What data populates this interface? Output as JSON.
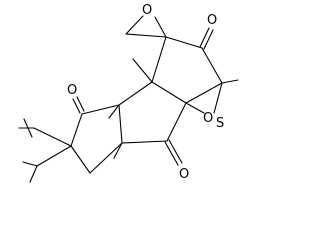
{
  "molecule": {
    "atoms": {
      "o_epoxide_top": "O",
      "o_ketone_upper": "O",
      "o_ketone_left": "O",
      "o_ketone_lower": "O",
      "o_epoxide_right": "O"
    },
    "stray_text": "S"
  }
}
